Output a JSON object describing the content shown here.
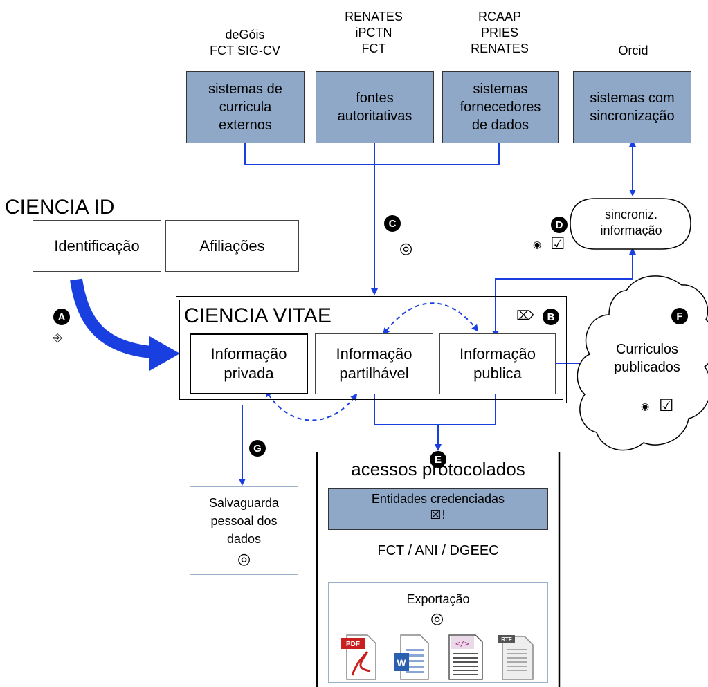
{
  "sources": [
    {
      "label": "deGóis\nFCT SIG-CV",
      "box": "sistemas de\ncurricula\nexternos"
    },
    {
      "label": "RENATES\niPCTN\nFCT",
      "box": "fontes\nautoritativas"
    },
    {
      "label": "RCAAP\nPRIES\nRENATES",
      "box": "sistemas\nfornecedores\nde dados"
    },
    {
      "label": "Orcid",
      "box": "sistemas com\nsincronização"
    }
  ],
  "ciencia_id": {
    "title": "CIENCIA ID",
    "identificacao": "Identificação",
    "afiliacoes": "Afiliações"
  },
  "ciencia_vitae": {
    "title": "CIENCIA VITAE",
    "privada": "Informação\nprivada",
    "partilhavel": "Informação\npartilhável",
    "publica": "Informação\npublica"
  },
  "sync": "sincroniz.\ninformação",
  "cloud": "Curriculos\npublicados",
  "salvaguarda": "Salvaguarda\npessoal dos\ndados",
  "acessos": {
    "title": "acessos protocolados",
    "entidades": "Entidades credenciadas",
    "entidades_glyph": "☒!",
    "fct": "FCT / ANI / DGEEC",
    "exportacao": "Exportação"
  },
  "markers": {
    "a": "A",
    "b": "B",
    "c": "C",
    "d": "D",
    "e": "E",
    "f": "F",
    "g": "G"
  },
  "glyphs": {
    "bullseye": "◎",
    "radio": "◉",
    "check": "☑",
    "arrow_a": "⎆",
    "tag_b": "⌦"
  },
  "export_icons": [
    {
      "name": "pdf-icon",
      "tag": "PDF"
    },
    {
      "name": "word-icon",
      "tag": "W"
    },
    {
      "name": "code-file-icon",
      "tag": "</>"
    },
    {
      "name": "rtf-icon",
      "tag": "RTF"
    }
  ],
  "colors": {
    "source_box": "#8fa8c8",
    "arrow": "#1a3fe0"
  }
}
